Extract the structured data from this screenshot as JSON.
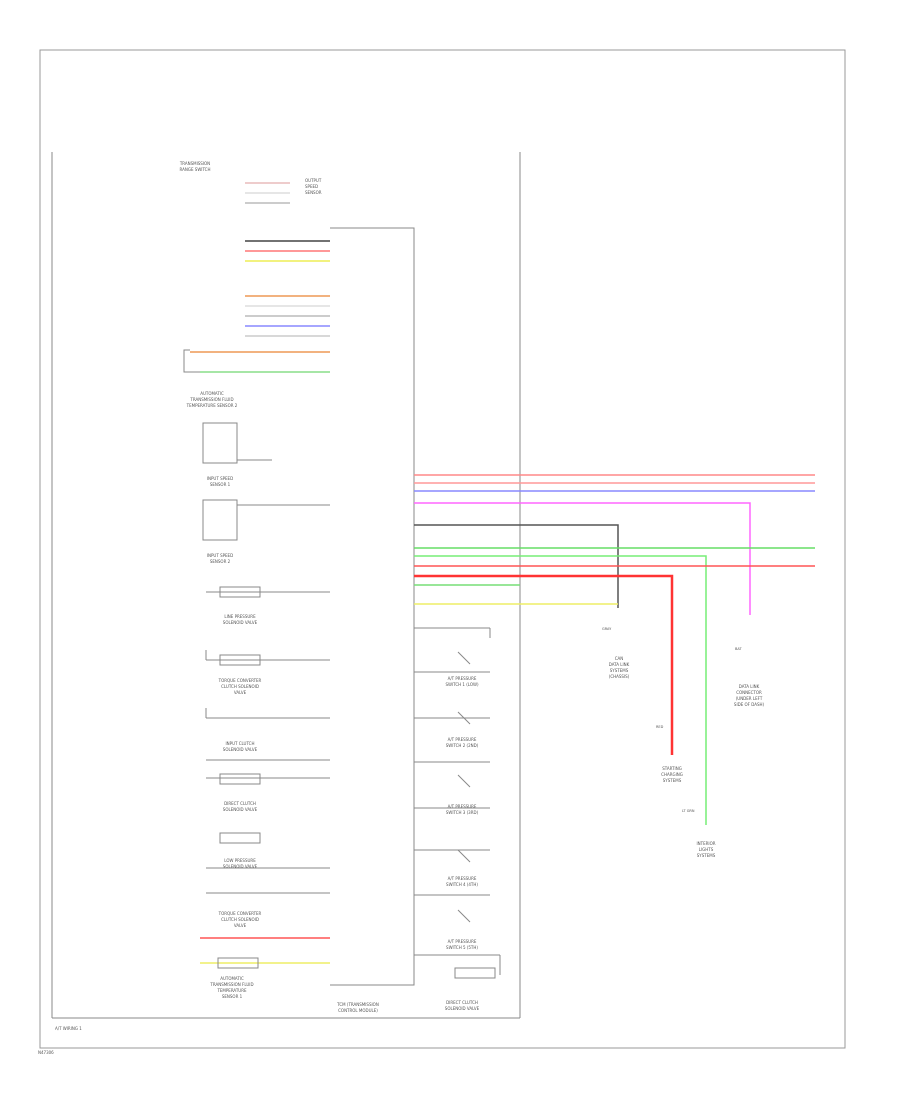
{
  "footer": {
    "title": "A/T WIRING 1",
    "code": "N47306"
  },
  "labels": {
    "trans_range_sw": [
      "TRANSMISSION",
      "RANGE SWITCH"
    ],
    "output_speed": [
      "OUTPUT",
      "SPEED",
      "SENSOR"
    ],
    "oil_temp_sensor": [
      "AUTOMATIC",
      "TRANSMISSION FLUID",
      "TEMPERATURE SENSOR 2"
    ],
    "speed_sensor_1": [
      "INPUT SPEED",
      "SENSOR 1"
    ],
    "speed_sensor_2": [
      "INPUT SPEED",
      "SENSOR 2"
    ],
    "line_pressure": [
      "LINE PRESSURE",
      "SOLENOID VALVE"
    ],
    "tcc_solenoid": [
      "TORQUE CONVERTER",
      "CLUTCH SOLENOID",
      "VALVE"
    ],
    "input_clutch": [
      "INPUT CLUTCH",
      "SOLENOID VALVE"
    ],
    "direct_clutch": [
      "DIRECT CLUTCH",
      "SOLENOID VALVE"
    ],
    "low_pressure": [
      "LOW PRESSURE",
      "SOLENOID VALVE"
    ],
    "tcc_solenoid_2": [
      "TORQUE CONVERTER",
      "CLUTCH SOLENOID",
      "VALVE"
    ],
    "oil_temp_sensor_1": [
      "AUTOMATIC",
      "TRANSMISSION FLUID",
      "TEMPERATURE",
      "SENSOR 1"
    ],
    "tcm": [
      "TCM (TRANSMISSION",
      "CONTROL MODULE)"
    ],
    "fp_sw_1": [
      "A/T PRESSURE",
      "SWITCH 1 (LOW)"
    ],
    "fp_sw_2": [
      "A/T PRESSURE",
      "SWITCH 2 (2ND)"
    ],
    "fp_sw_3": [
      "A/T PRESSURE",
      "SWITCH 3 (3RD)"
    ],
    "fp_sw_4": [
      "A/T PRESSURE",
      "SWITCH 4 (4TH)"
    ],
    "fp_sw_5": [
      "A/T PRESSURE",
      "SWITCH 5 (5TH)"
    ],
    "direct_clutch_2": [
      "DIRECT CLUTCH",
      "SOLENOID VALVE"
    ],
    "can_system": [
      "CAN",
      "DATA LINK",
      "SYSTEMS",
      "(CHASSIS)"
    ],
    "data_link": [
      "DATA LINK",
      "CONNECTOR",
      "(UNDER LEFT",
      "SIDE OF DASH)"
    ],
    "starting": [
      "STARTING",
      "CHARGING",
      "SYSTEMS"
    ],
    "interior": [
      "INTERIOR",
      "LIGHTS",
      "SYSTEMS"
    ]
  },
  "wire_tags": {
    "gray": "GRAY",
    "red": "RED",
    "lt_grn": "LT GRN",
    "bat": "BAT"
  }
}
